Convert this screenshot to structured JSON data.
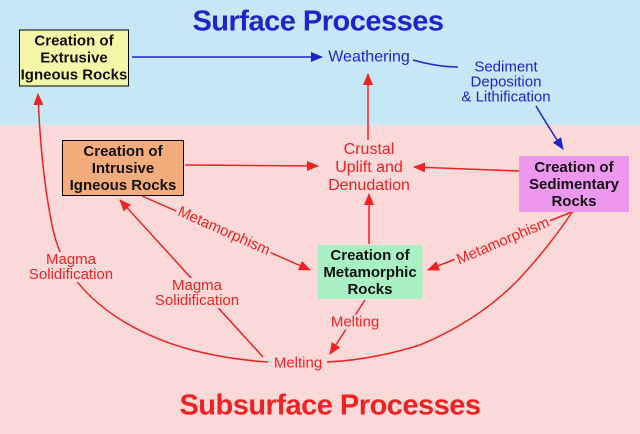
{
  "titles": {
    "surface": "Surface Processes",
    "subsurface": "Subsurface Processes"
  },
  "boxes": {
    "extrusive": {
      "label": "Creation of\nExtrusive\nIgneous Rocks",
      "fill": "#F6F6A9"
    },
    "intrusive": {
      "label": "Creation of\nIntrusive\nIgneous Rocks",
      "fill": "#F4AC7D"
    },
    "sedimentary": {
      "label": "Creation of\nSedimentary\nRocks",
      "fill": "#EE97EE"
    },
    "metamorphic": {
      "label": "Creation of\nMetamorphic\nRocks",
      "fill": "#A9F0C5"
    }
  },
  "labels": {
    "weathering": "Weathering",
    "sediment": "Sediment\nDeposition\n& Lithification",
    "crustal": "Crustal\nUplift and\nDenudation",
    "magma_left": "Magma\nSolidification",
    "magma_mid": "Magma\nSolidification",
    "metamorphism_left": "Metamorphism",
    "metamorphism_right": "Metamorphism",
    "melting_upper": "Melting",
    "melting_lower": "Melting"
  },
  "colors": {
    "blue": "#2222CC",
    "red": "#EE2222",
    "bg_surface": "#C6E7F5",
    "bg_subsurface": "#FBD9D9"
  }
}
